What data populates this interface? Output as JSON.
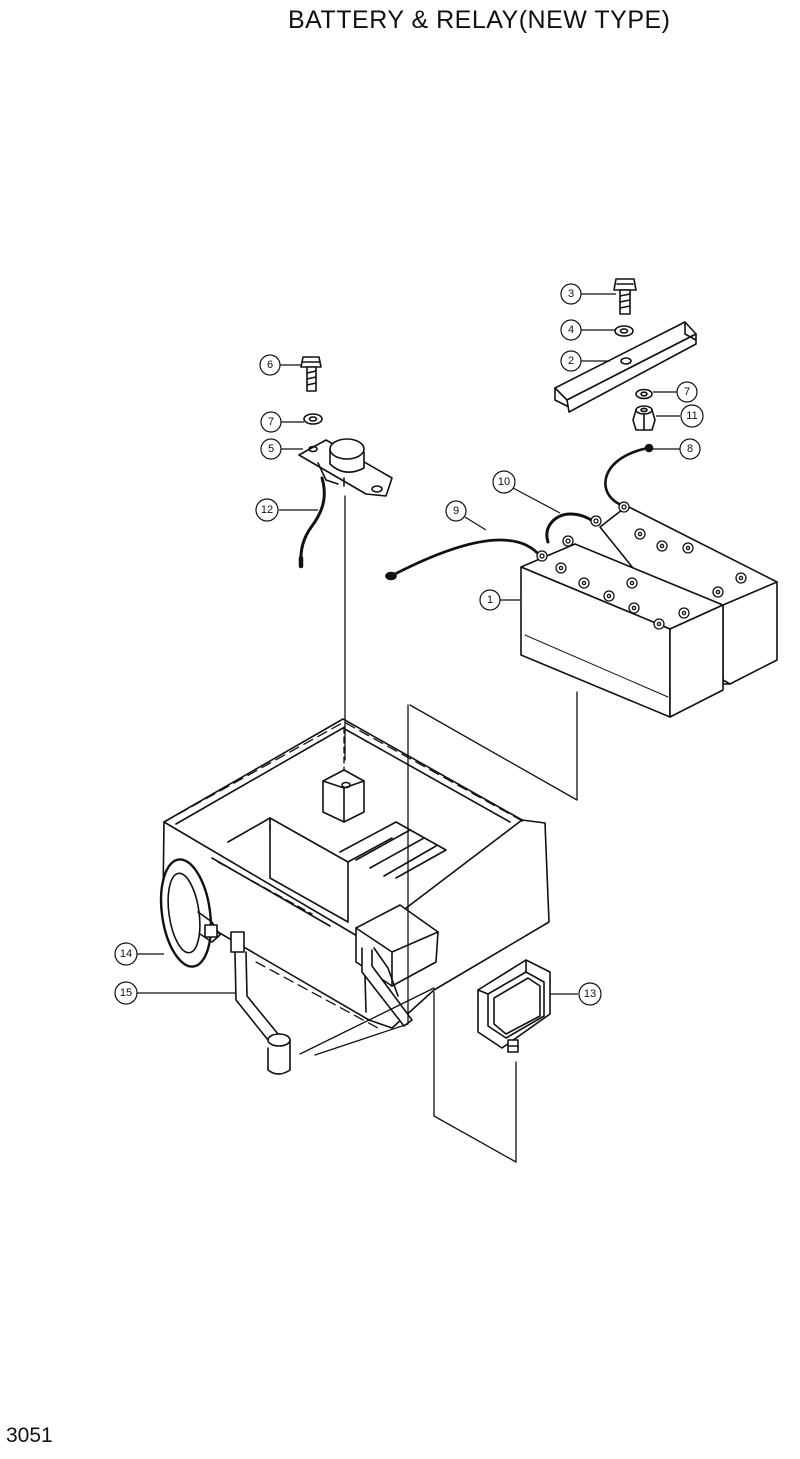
{
  "title": "BATTERY & RELAY(NEW TYPE)",
  "page_number": "3051",
  "callouts": {
    "c1": "1",
    "c2": "2",
    "c3": "3",
    "c4": "4",
    "c5": "5",
    "c6": "6",
    "c7a": "7",
    "c7b": "7",
    "c8": "8",
    "c9": "9",
    "c10": "10",
    "c11": "11",
    "c12": "12",
    "c13": "13",
    "c14": "14",
    "c15": "15"
  }
}
